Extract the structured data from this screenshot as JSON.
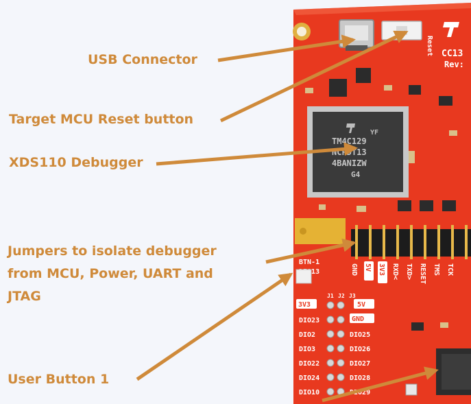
{
  "labels": {
    "usb_connector": "USB Connector",
    "reset_button": "Target MCU Reset button",
    "debugger": "XDS110 Debugger",
    "jumpers": [
      "Jumpers to isolate debugger",
      "from MCU, Power, UART and",
      "JTAG"
    ],
    "user_button": "User Button 1"
  },
  "board": {
    "reset_silk": "Reset",
    "model_partial": "CC13",
    "rev_partial": "Rev:",
    "chip_lines": [
      "TM4C129",
      "NCPDT13",
      "4BANIZW",
      "G4"
    ],
    "chip_yf": "YF",
    "btn_label": "BTN-1",
    "dio_label": "DIO13",
    "header_labels": [
      "GND",
      "5V",
      "3V3",
      "RXD<",
      "TXD>",
      "RESET",
      "TMS",
      "TCK"
    ],
    "v3_tag": "3V3",
    "v5_tag": "5V",
    "gnd_tag": "GND",
    "left_dio": [
      "DIO23",
      "DIO2",
      "DIO3",
      "DIO22",
      "DIO24",
      "DIO10"
    ],
    "right_dio": [
      "DIO25",
      "DIO26",
      "DIO27",
      "DIO28",
      "DIO29"
    ],
    "col_j1": "J1",
    "col_j2": "J2",
    "col_j3": "J3"
  },
  "colors": {
    "label": "#cf8a3a",
    "arrow": "#cf8a3a",
    "board": "#e8391f",
    "background": "#f4f6fb"
  }
}
